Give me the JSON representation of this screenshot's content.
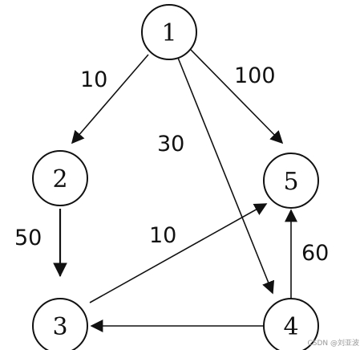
{
  "graph": {
    "nodes": [
      {
        "id": "1",
        "label": "1"
      },
      {
        "id": "2",
        "label": "2"
      },
      {
        "id": "3",
        "label": "3"
      },
      {
        "id": "4",
        "label": "4"
      },
      {
        "id": "5",
        "label": "5"
      }
    ],
    "edges": [
      {
        "from": "1",
        "to": "2",
        "weight": "10"
      },
      {
        "from": "1",
        "to": "4",
        "weight": "30"
      },
      {
        "from": "1",
        "to": "5",
        "weight": "100"
      },
      {
        "from": "2",
        "to": "3",
        "weight": "50"
      },
      {
        "from": "3",
        "to": "5",
        "weight": "10"
      },
      {
        "from": "4",
        "to": "3",
        "weight": ""
      },
      {
        "from": "4",
        "to": "5",
        "weight": "60"
      }
    ]
  },
  "watermark": "CSDN @刘亚波",
  "colors": {
    "stroke": "#111111",
    "background": "#ffffff",
    "watermark": "#9a9a9a"
  }
}
